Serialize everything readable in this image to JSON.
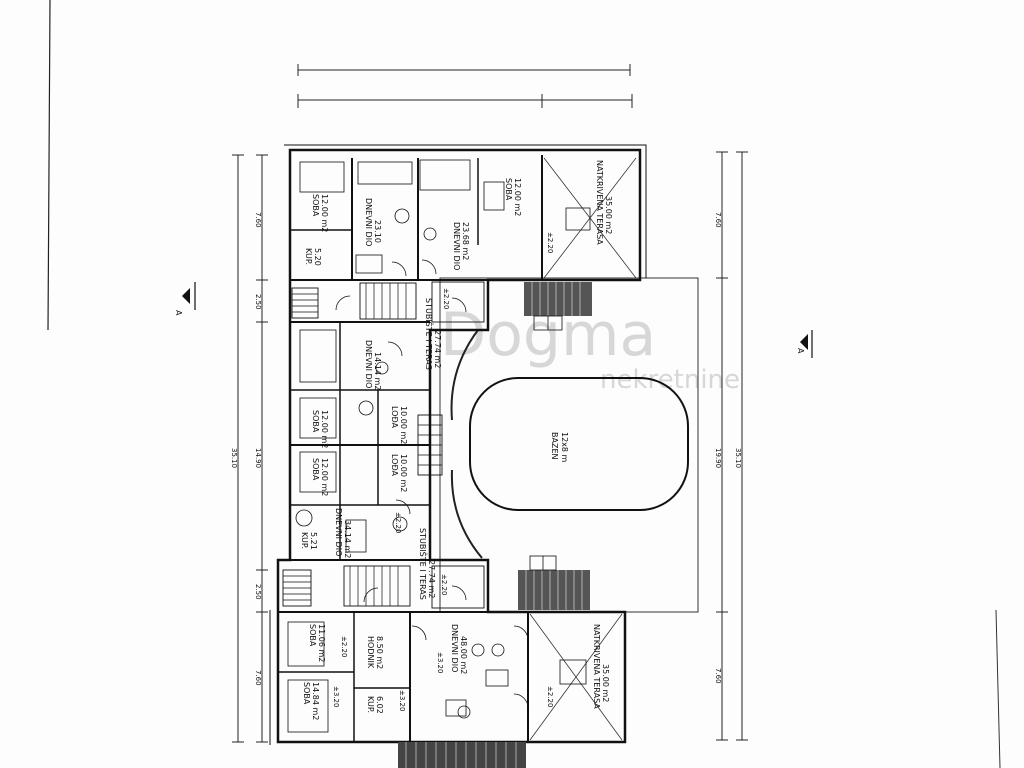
{
  "watermark": {
    "brand": "Dogma",
    "sub": "nekretnine"
  },
  "section_marks": {
    "left": "A",
    "right": "A"
  },
  "dimensions": {
    "left_outer": "35.10",
    "left_inner": "14.90",
    "right_outer": "35.10",
    "right_inner": "19.90",
    "left_top": "7.60",
    "left_mid_top": "2.50",
    "left_mid_bot": "2.50",
    "left_bot": "7.60",
    "right_top": "7.60",
    "right_bot": "7.60"
  },
  "rooms": {
    "soba_a": [
      "SOBA",
      "12.00 m2"
    ],
    "dnevni_a": [
      "DNEVNI DIO",
      "23.10"
    ],
    "kup_a": [
      "KUP.",
      "5.20"
    ],
    "dnevni_b": [
      "DNEVNI DIO",
      "23.68 m2"
    ],
    "soba_b": [
      "SOBA",
      "12.00 m2"
    ],
    "terasa_a": [
      "NATKRIVENA TERASA",
      "35.00 m2"
    ],
    "stubiste_a": [
      "STUBIŠTE I TERAS",
      "27.74 m2"
    ],
    "dnevni_c": [
      "DNEVNI DIO",
      "14.14 m2"
    ],
    "soba_c": [
      "SOBA",
      "12.00 m2"
    ],
    "lodja_a": [
      "LOĐA",
      "10.00 m2"
    ],
    "soba_d": [
      "SOBA",
      "12.00 m2"
    ],
    "lodja_b": [
      "LOĐA",
      "10.00 m2"
    ],
    "dnevni_d": [
      "DNEVNI DIO",
      "34.14 m2"
    ],
    "kup_b": [
      "KUP.",
      "5.21"
    ],
    "stubiste_b": [
      "STUBIŠTE I TERAS",
      "27.74 m2"
    ],
    "bazen": [
      "BAZEN",
      "12x8 m"
    ],
    "soba_e": [
      "SOBA",
      "11.06 m2"
    ],
    "hodnik": [
      "HODNIK",
      "8.50 m2"
    ],
    "dnevni_e": [
      "DNEVNI DIO",
      "48.00 m2"
    ],
    "terasa_b": [
      "NATKRIVENA TERASA",
      "35.00 m2"
    ],
    "soba_f": [
      "SOBA",
      "14.84 m2"
    ],
    "kup_c": [
      "KUP.",
      "6.02"
    ]
  },
  "levels": {
    "l1": "±2.20",
    "l2": "±2.20",
    "l3": "±2.20",
    "l4": "±2.20",
    "l5": "±2.20",
    "l6": "±3.20",
    "l7": "±3.20",
    "l8": "±3.20",
    "l9": "±2.20"
  }
}
